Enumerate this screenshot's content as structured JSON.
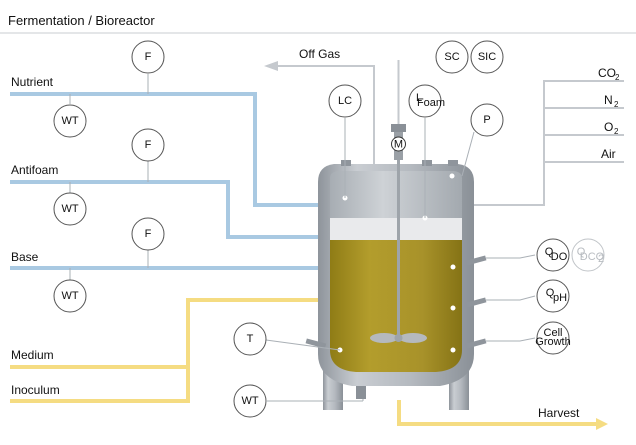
{
  "header": {
    "title": "Fermentation / Bioreactor"
  },
  "inlets": {
    "nutrient": "Nutrient",
    "antifoam": "Antifoam",
    "base": "Base",
    "medium": "Medium",
    "inoculum": "Inoculum"
  },
  "outlets": {
    "off_gas": "Off Gas",
    "harvest": "Harvest"
  },
  "gases": {
    "co2_main": "CO",
    "co2_sub": "2",
    "n2_main": "N",
    "n2_sub": "2",
    "o2_main": "O",
    "o2_sub": "2",
    "air": "Air"
  },
  "instruments": {
    "f": "F",
    "wt": "WT",
    "sc": "SC",
    "sic": "SIC",
    "lc": "LC",
    "l_foam_main": "L",
    "l_foam_sub": "Foam",
    "p": "P",
    "t": "T",
    "q_main": "Q",
    "q_do_sub": "DO",
    "q_dco2_sub": "DCO",
    "q_dco2_sub2": "2",
    "q_ph_sub": "pH",
    "cell_line1": "Cell",
    "cell_line2": "Growth"
  },
  "motor": {
    "label": "M"
  },
  "colors": {
    "blue_line": "#a9c9e2",
    "yellow_line": "#f5dc82",
    "liquid": "#a89326",
    "foam_band": "#e9eaec",
    "headspace": "#bfc4ca",
    "vessel_steel": "#aeb3b9",
    "gas_line": "#c5c9ce"
  }
}
